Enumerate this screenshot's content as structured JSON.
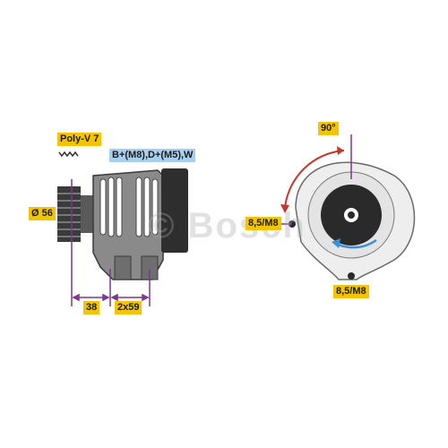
{
  "labels": {
    "belt": "Poly-V 7",
    "terminals": "B+(M8),D+(M5),W",
    "diameter": "Ø 56",
    "dim_pulley": "38",
    "dim_mount": "2x59",
    "angle": "90°",
    "mount_top": "8,5/M8",
    "mount_bottom": "8,5/M8"
  },
  "watermark": "© Bosch",
  "colors": {
    "label_yellow": "#f5c400",
    "label_blue": "#a9cfef",
    "dimension_line": "#7b3a8a",
    "rotation_arrow_top": "#c0392b",
    "rotation_arrow_bottom": "#3d8fd6",
    "body_gray": "#8a8a8a"
  }
}
